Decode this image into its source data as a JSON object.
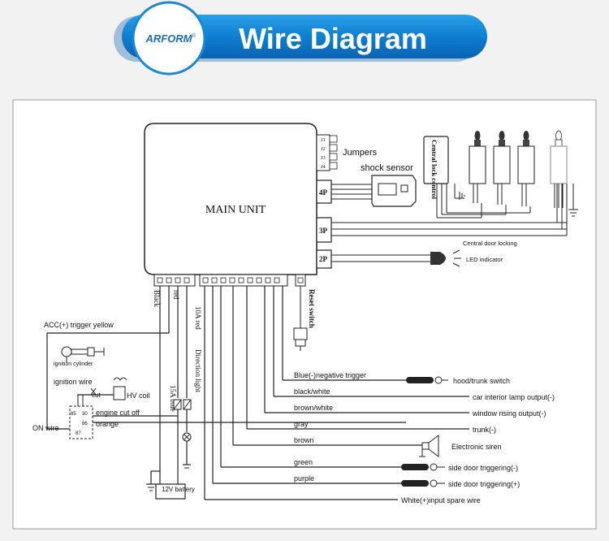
{
  "header": {
    "brand": "ARFORM",
    "brand_mark": "®",
    "title": "Wire Diagram"
  },
  "main_unit": {
    "label": "MAIN UNIT",
    "jumpers": [
      "J1",
      "J2",
      "J3",
      "J4"
    ],
    "connectors": [
      "4P",
      "3P",
      "2P"
    ]
  },
  "labels": {
    "jumpers": "Jumpers",
    "shock_sensor": "shock sensor",
    "central_lock": "Central lock control",
    "central_door_locking": "Central door locking",
    "led_indicator": "LED indicator",
    "reset_switch": "Reset switch",
    "black": "Black",
    "red": "red",
    "red_10a": "10A red",
    "blue_15a": "15A blue",
    "direction_light": "Direction light",
    "acc_trigger": "ACC(+) trigger  yellow",
    "ignition_cylinder": "ignition cylinder",
    "ignition_wire": "ignition wire",
    "cut": "cut",
    "hv_coil": "HV coil",
    "engine_cut_off": "engine cut off",
    "orange": "orange",
    "on_wire": "ON wire",
    "relay_85": "85",
    "relay_30": "30",
    "relay_86": "86",
    "relay_87": "87",
    "battery": "12V battery"
  },
  "wires": [
    {
      "color": "Blue(-)negative trigger",
      "target": "hood/trunk switch"
    },
    {
      "color": "black/white",
      "target": "car interior lamp output(-)"
    },
    {
      "color": "brown/white",
      "target": "window rising output(-)"
    },
    {
      "color": "gray",
      "target": "trunk(-)"
    },
    {
      "color": "brown",
      "target": "Electronic siren"
    },
    {
      "color": "green",
      "target": "side door triggering(-)"
    },
    {
      "color": "purple",
      "target": "side door triggering(+)"
    },
    {
      "color": "",
      "target": "White(+)input spare wire"
    }
  ]
}
